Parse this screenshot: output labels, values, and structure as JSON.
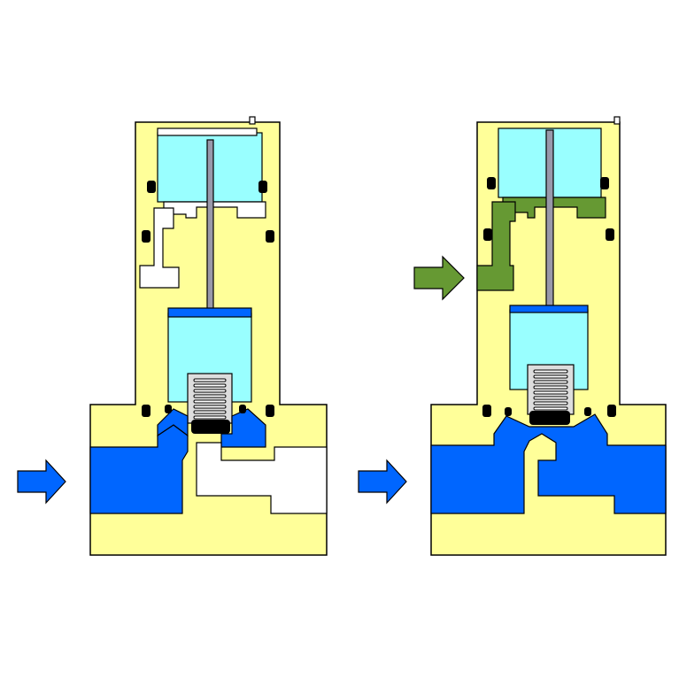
{
  "diagram": {
    "panels": [
      {
        "id": "closed",
        "state": "valve closed, no pilot air",
        "pilot_air": false,
        "outlet_flow": false
      },
      {
        "id": "open",
        "state": "valve open, pilot air applied",
        "pilot_air": true,
        "outlet_flow": true
      }
    ],
    "colors": {
      "body": "#ffff99",
      "actuator": "#99ffff",
      "fluid": "#0066ff",
      "pilot_air": "#669933",
      "seal": "#000000",
      "empty": "#ffffff",
      "stem": "#9999aa",
      "spring_housing": "#dddddd",
      "outline": "#000000"
    },
    "icons": [
      "flow-in-arrow-icon",
      "pilot-air-arrow-icon",
      "spring-icon",
      "o-ring-seal-icon"
    ]
  }
}
